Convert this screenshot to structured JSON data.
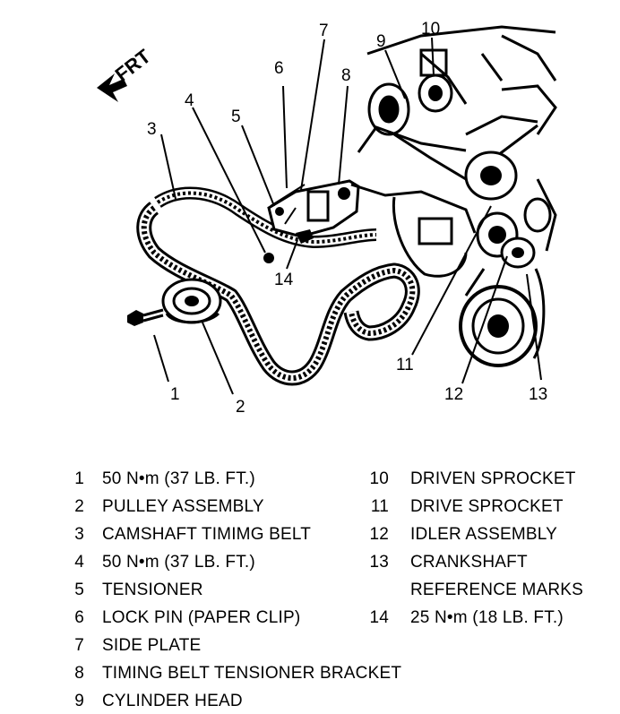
{
  "diagram": {
    "orientation_label": "FRT",
    "callouts": [
      "1",
      "2",
      "3",
      "4",
      "5",
      "6",
      "7",
      "8",
      "9",
      "10",
      "11",
      "12",
      "13",
      "14"
    ]
  },
  "legend": {
    "left": [
      {
        "num": "1",
        "text": "50 N•m (37 LB. FT.)"
      },
      {
        "num": "2",
        "text": "PULLEY ASSEMBLY"
      },
      {
        "num": "3",
        "text": "CAMSHAFT TIMIMG BELT"
      },
      {
        "num": "4",
        "text": "50 N•m (37 LB. FT.)"
      },
      {
        "num": "5",
        "text": "TENSIONER"
      },
      {
        "num": "6",
        "text": "LOCK PIN (PAPER CLIP)"
      },
      {
        "num": "7",
        "text": "SIDE PLATE"
      },
      {
        "num": "8",
        "text": "TIMING BELT TENSIONER BRACKET"
      },
      {
        "num": "9",
        "text": "CYLINDER HEAD"
      }
    ],
    "right": [
      {
        "num": "10",
        "text": "DRIVEN SPROCKET"
      },
      {
        "num": "11",
        "text": "DRIVE SPROCKET"
      },
      {
        "num": "12",
        "text": "IDLER ASSEMBLY"
      },
      {
        "num": "13",
        "text": "CRANKSHAFT"
      },
      {
        "num": "",
        "text": "REFERENCE MARKS"
      },
      {
        "num": "14",
        "text": "25 N•m (18 LB. FT.)"
      }
    ]
  }
}
